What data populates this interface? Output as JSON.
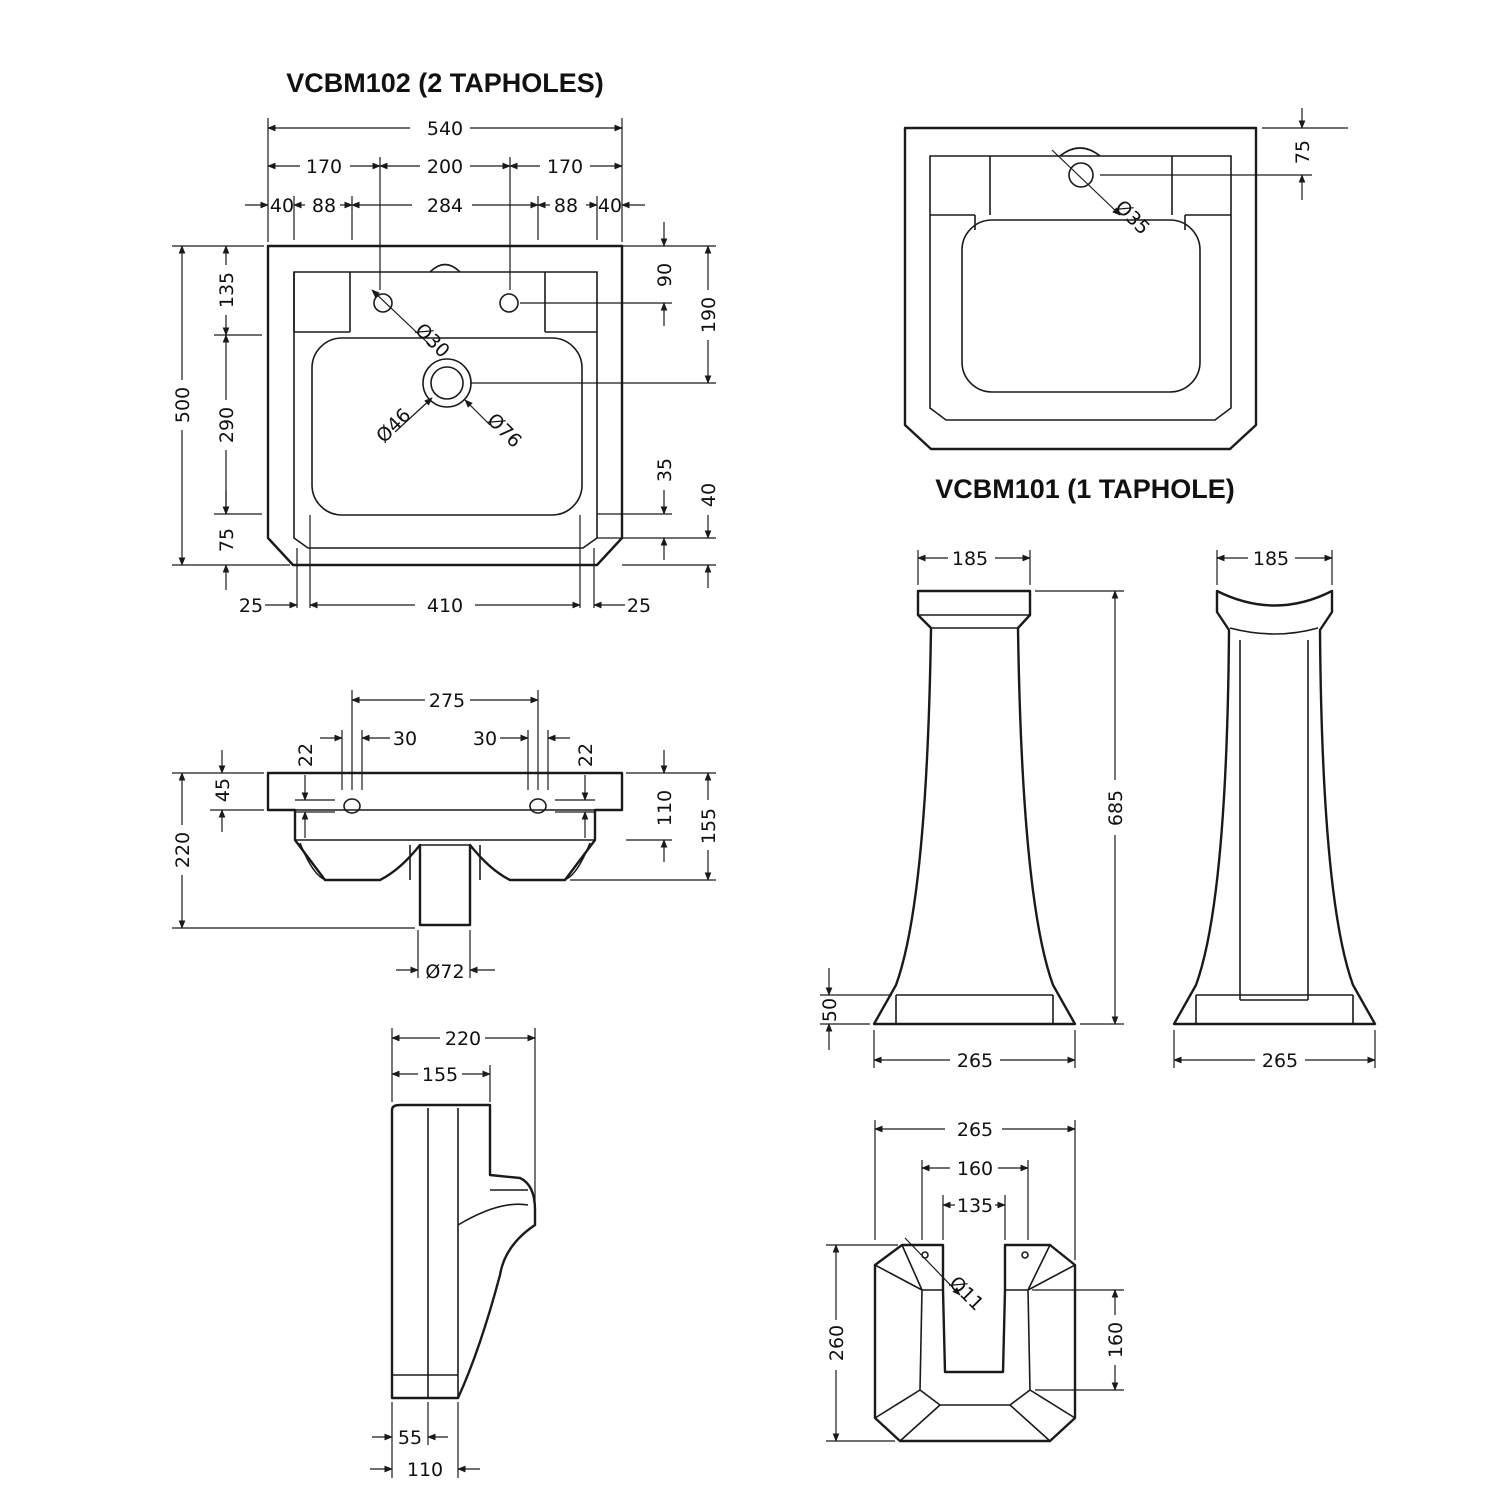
{
  "titles": {
    "vcbm102": "VCBM102 (2 TAPHOLES)",
    "vcbm101": "VCBM101 (1 TAPHOLE)"
  },
  "dimensions": {
    "d540": "540",
    "d170a": "170",
    "d200": "200",
    "d170b": "170",
    "d40a": "40",
    "d88a": "88",
    "d284": "284",
    "d88b": "88",
    "d40b": "40",
    "d500": "500",
    "d135": "135",
    "d290": "290",
    "d75l": "75",
    "d90": "90",
    "d190": "190",
    "d35": "35",
    "d40r": "40",
    "d25a": "25",
    "d410": "410",
    "d25b": "25",
    "dia30": "Ø30",
    "dia46": "Ø46",
    "dia76": "Ø76",
    "d75top": "75",
    "dia35": "Ø35",
    "d275": "275",
    "d30a": "30",
    "d30b": "30",
    "d22a": "22",
    "d22b": "22",
    "d45": "45",
    "d220": "220",
    "d110": "110",
    "d155": "155",
    "dia72": "Ø72",
    "s220": "220",
    "s155": "155",
    "s55": "55",
    "s110": "110",
    "p185a": "185",
    "p685": "685",
    "p50": "50",
    "p265a": "265",
    "p185b": "185",
    "p265b": "265",
    "b265": "265",
    "b160": "160",
    "b135": "135",
    "b260": "260",
    "b160v": "160",
    "dia11": "Ø11"
  }
}
